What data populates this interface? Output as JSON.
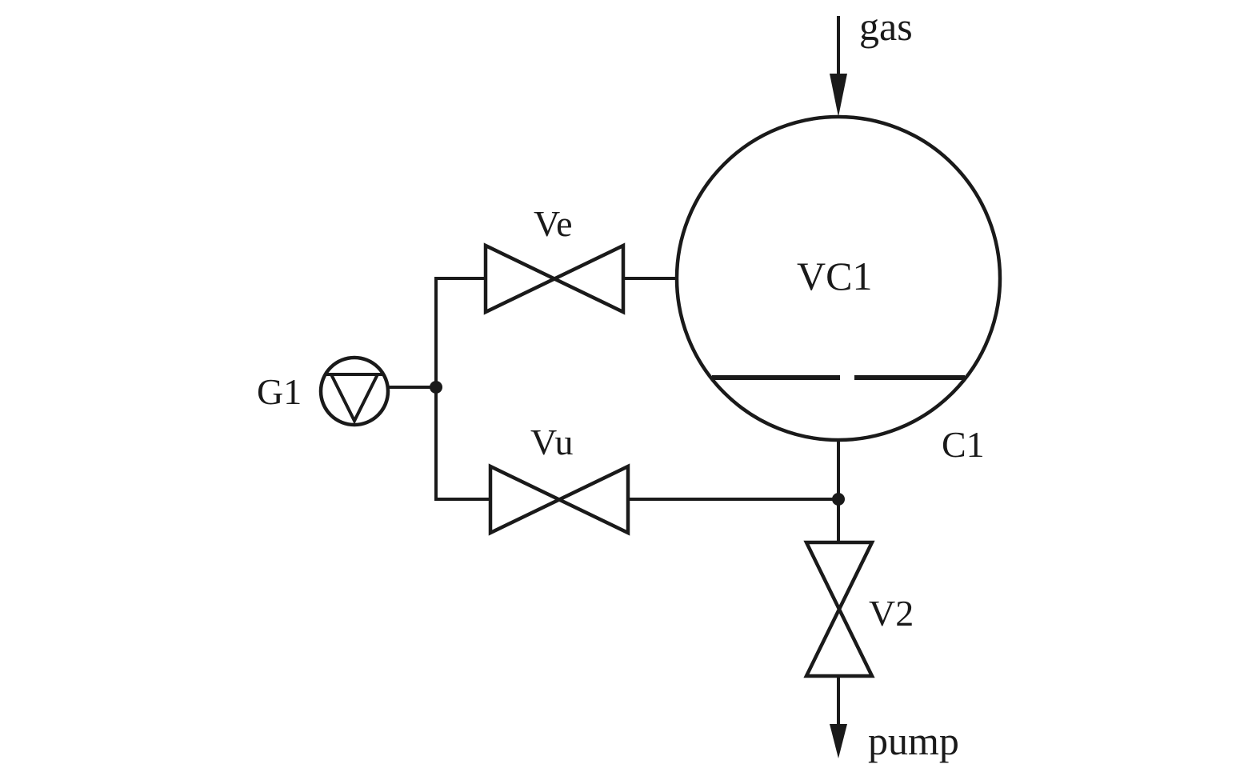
{
  "diagram": {
    "labels": {
      "gas": "gas",
      "pump": "pump",
      "vc1": "VC1",
      "c1": "C1",
      "g1": "G1",
      "ve": "Ve",
      "vu": "Vu",
      "v2": "V2"
    },
    "colors": {
      "line": "#1a1a1a",
      "background": "#ffffff"
    }
  }
}
